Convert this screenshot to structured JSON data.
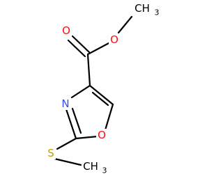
{
  "molecule": {
    "atoms": {
      "carbonyl_oxygen": "O",
      "ester_oxygen": "O",
      "methyl_ester_carbon": "CH",
      "methyl_ester_subscript": "3",
      "ring_nitrogen": "N",
      "ring_oxygen": "O",
      "sulfur": "S",
      "thio_methyl_carbon": "CH",
      "thio_methyl_subscript": "3"
    },
    "colors": {
      "bond": "#000000",
      "oxygen": "#ff0d0d",
      "nitrogen": "#3050f8",
      "sulfur": "#b8a200",
      "carbon": "#000000"
    }
  }
}
